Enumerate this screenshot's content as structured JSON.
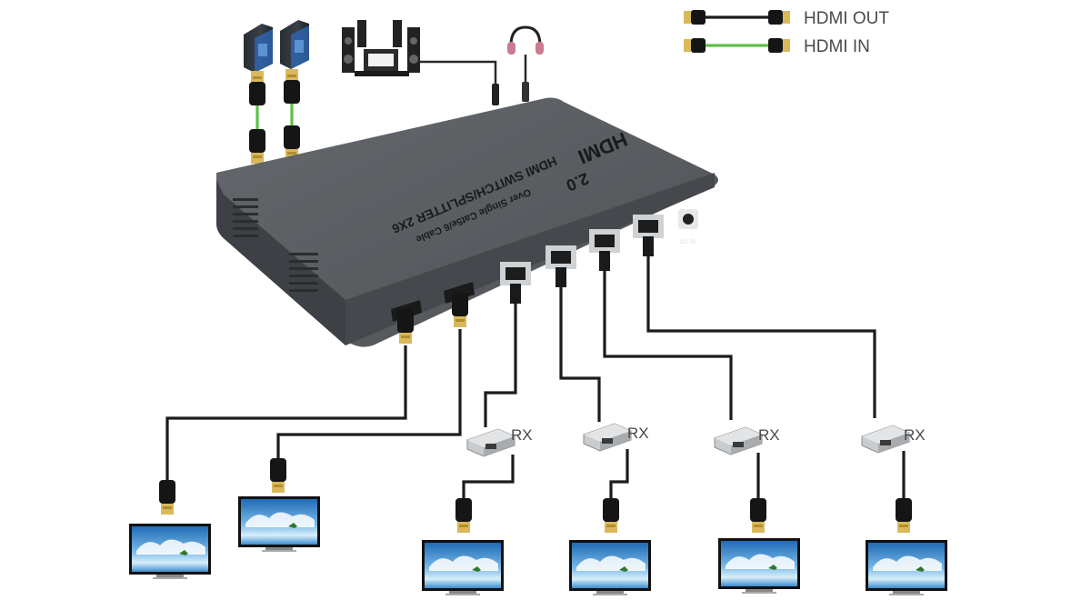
{
  "legend": {
    "hdmi_out": "HDMI OUT",
    "hdmi_in": "HDMI IN",
    "out_color": "#1c1c1c",
    "in_color": "#5fbf48"
  },
  "device": {
    "logo": "HDMI",
    "version": "2.0",
    "title": "HDMI SWITCH/SPLITTER 2X6",
    "subtitle": "Over Single Cat5e/6 Cable",
    "power_label": "DC 5V",
    "body_color": "#55585c",
    "icon": "hdmi-switch-splitter-device"
  },
  "sources": [
    {
      "icon": "pc-tower-icon"
    },
    {
      "icon": "pc-tower-icon"
    }
  ],
  "audio": {
    "speaker_icon": "home-theater-speakers-icon",
    "headphone_icon": "headphones-icon"
  },
  "receivers": [
    {
      "label": "RX"
    },
    {
      "label": "RX"
    },
    {
      "label": "RX"
    },
    {
      "label": "RX"
    }
  ],
  "displays": {
    "count": 6,
    "icon": "tv-display-icon"
  }
}
